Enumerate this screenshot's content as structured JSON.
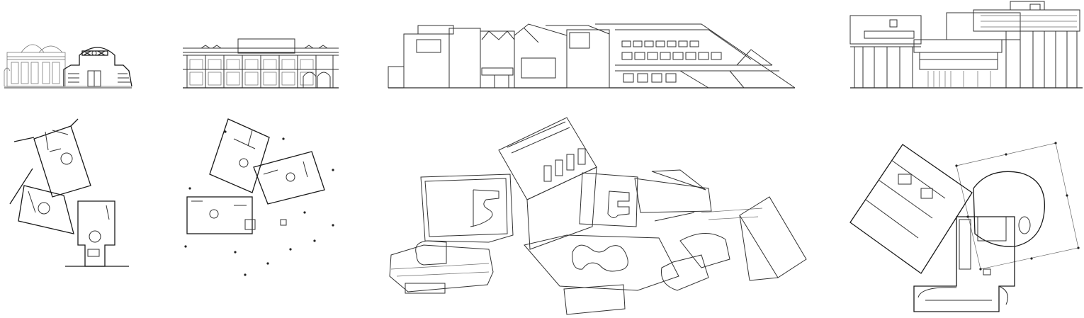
{
  "sheet": {
    "description_visible_text": "",
    "line_color": "#333333",
    "background": "#ffffff"
  },
  "drawings": [
    {
      "id": "house-1",
      "elevation": "elevation-drawing",
      "plan": "plan-drawing"
    },
    {
      "id": "house-2",
      "elevation": "elevation-drawing",
      "plan": "plan-drawing"
    },
    {
      "id": "house-3",
      "elevation": "elevation-drawing",
      "plan": "plan-drawing"
    },
    {
      "id": "house-4",
      "elevation": "elevation-drawing",
      "plan": "plan-drawing"
    }
  ]
}
